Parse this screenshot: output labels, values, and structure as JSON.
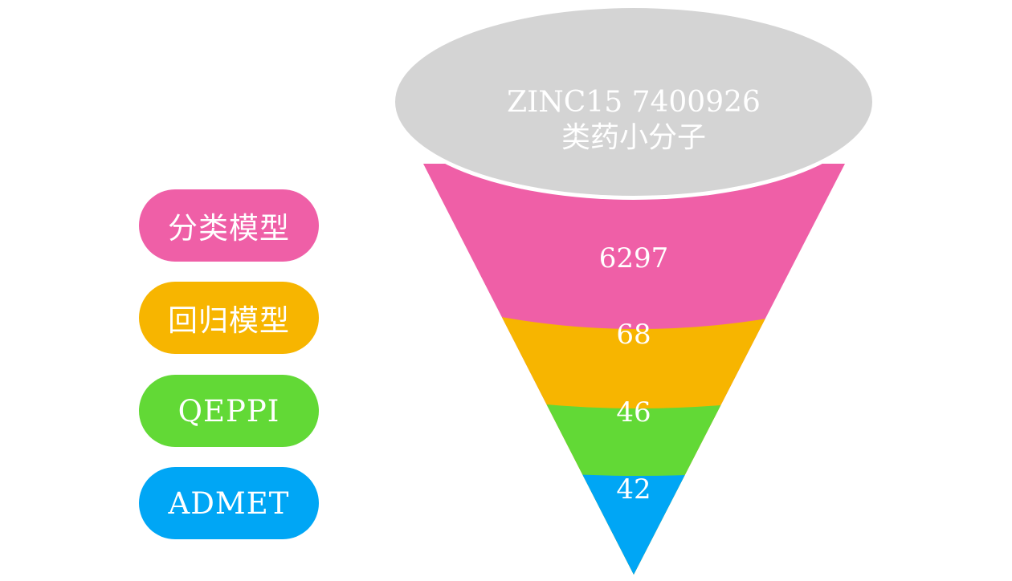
{
  "source": {
    "line1": "ZINC15 7400926",
    "line2": "类药小分子",
    "color": "#d4d4d4"
  },
  "stages": [
    {
      "label": "分类模型",
      "count": "6297",
      "color": "#ef5fa7"
    },
    {
      "label": "回归模型",
      "count": "68",
      "color": "#f7b500"
    },
    {
      "label": "QEPPI",
      "count": "46",
      "color": "#62d936"
    },
    {
      "label": "ADMET",
      "count": "42",
      "color": "#00a6f5"
    }
  ]
}
